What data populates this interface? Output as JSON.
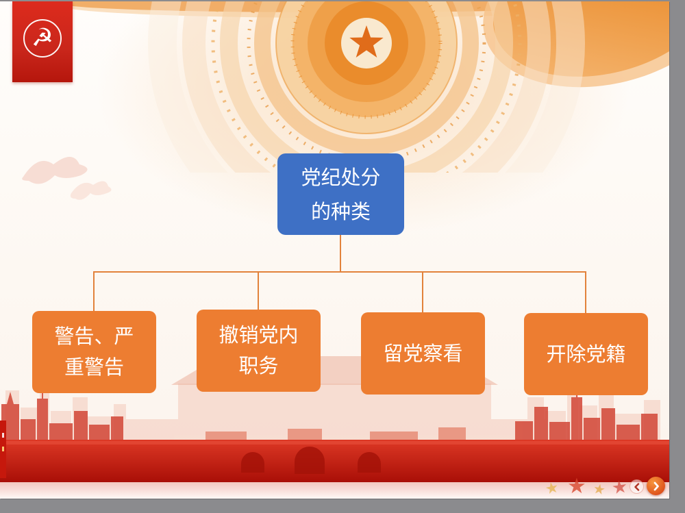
{
  "diagram": {
    "root": {
      "lines": [
        "党纪处分",
        "的种类"
      ]
    },
    "children": [
      {
        "lines": [
          "警告、严",
          "重警告"
        ]
      },
      {
        "lines": [
          "撤销党内",
          "职务"
        ]
      },
      {
        "lines": [
          "留党察看"
        ]
      },
      {
        "lines": [
          "开除党籍"
        ]
      }
    ]
  },
  "icons": {
    "party_emblem_glyph": "☭",
    "star_glyph": "★",
    "prev_icon": "chevron-left-icon",
    "next_icon": "chevron-right-icon"
  },
  "colors": {
    "root_fill": "#3E70C5",
    "child_fill": "#ED7D31",
    "connector": "#E2823B",
    "banner_red": "#C9261B",
    "band_red": "#CE2417",
    "accent_orange": "#EE9A3C"
  }
}
